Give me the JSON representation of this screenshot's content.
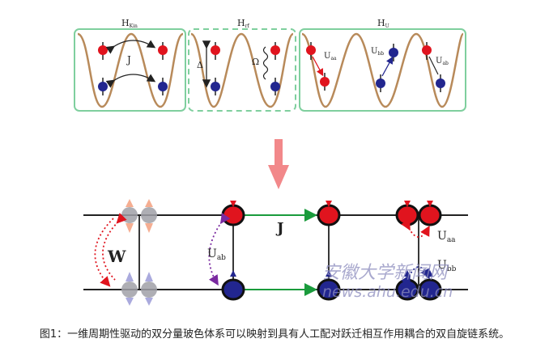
{
  "top_panel": {
    "labels": {
      "h_kin": "H",
      "h_kin_sub": "Kin",
      "h_rf": "H",
      "h_rf_sub": "rf",
      "h_u": "H",
      "h_u_sub": "U",
      "j": "J",
      "delta": "Δ",
      "omega": "Ω",
      "u_aa": "U",
      "u_aa_sub": "aa",
      "u_bb": "U",
      "u_bb_sub": "bb",
      "u_ab": "U",
      "u_ab_sub": "ab"
    }
  },
  "bottom_panel": {
    "labels": {
      "w": "W",
      "j": "J",
      "u_ab": "U",
      "u_ab_sub": "ab",
      "u_aa": "U",
      "u_aa_sub": "aa",
      "u_bb": "U",
      "u_bb_sub": "bb"
    }
  },
  "watermark": {
    "line1": "安徽大学新闻网",
    "line2": "news.ahu.edu.cn"
  },
  "caption": "图1：一维周期性驱动的双分量玻色体系可以映射到具有人工配对跃迁相互作用耦合的双自旋链系统。",
  "colors": {
    "box_green": "#7fcf9e",
    "well_brown": "#b88a5a",
    "atom_red": "#e0141e",
    "atom_blue": "#22268f",
    "arrow_pink": "#f2888a",
    "chain_green": "#1a9b3c"
  }
}
